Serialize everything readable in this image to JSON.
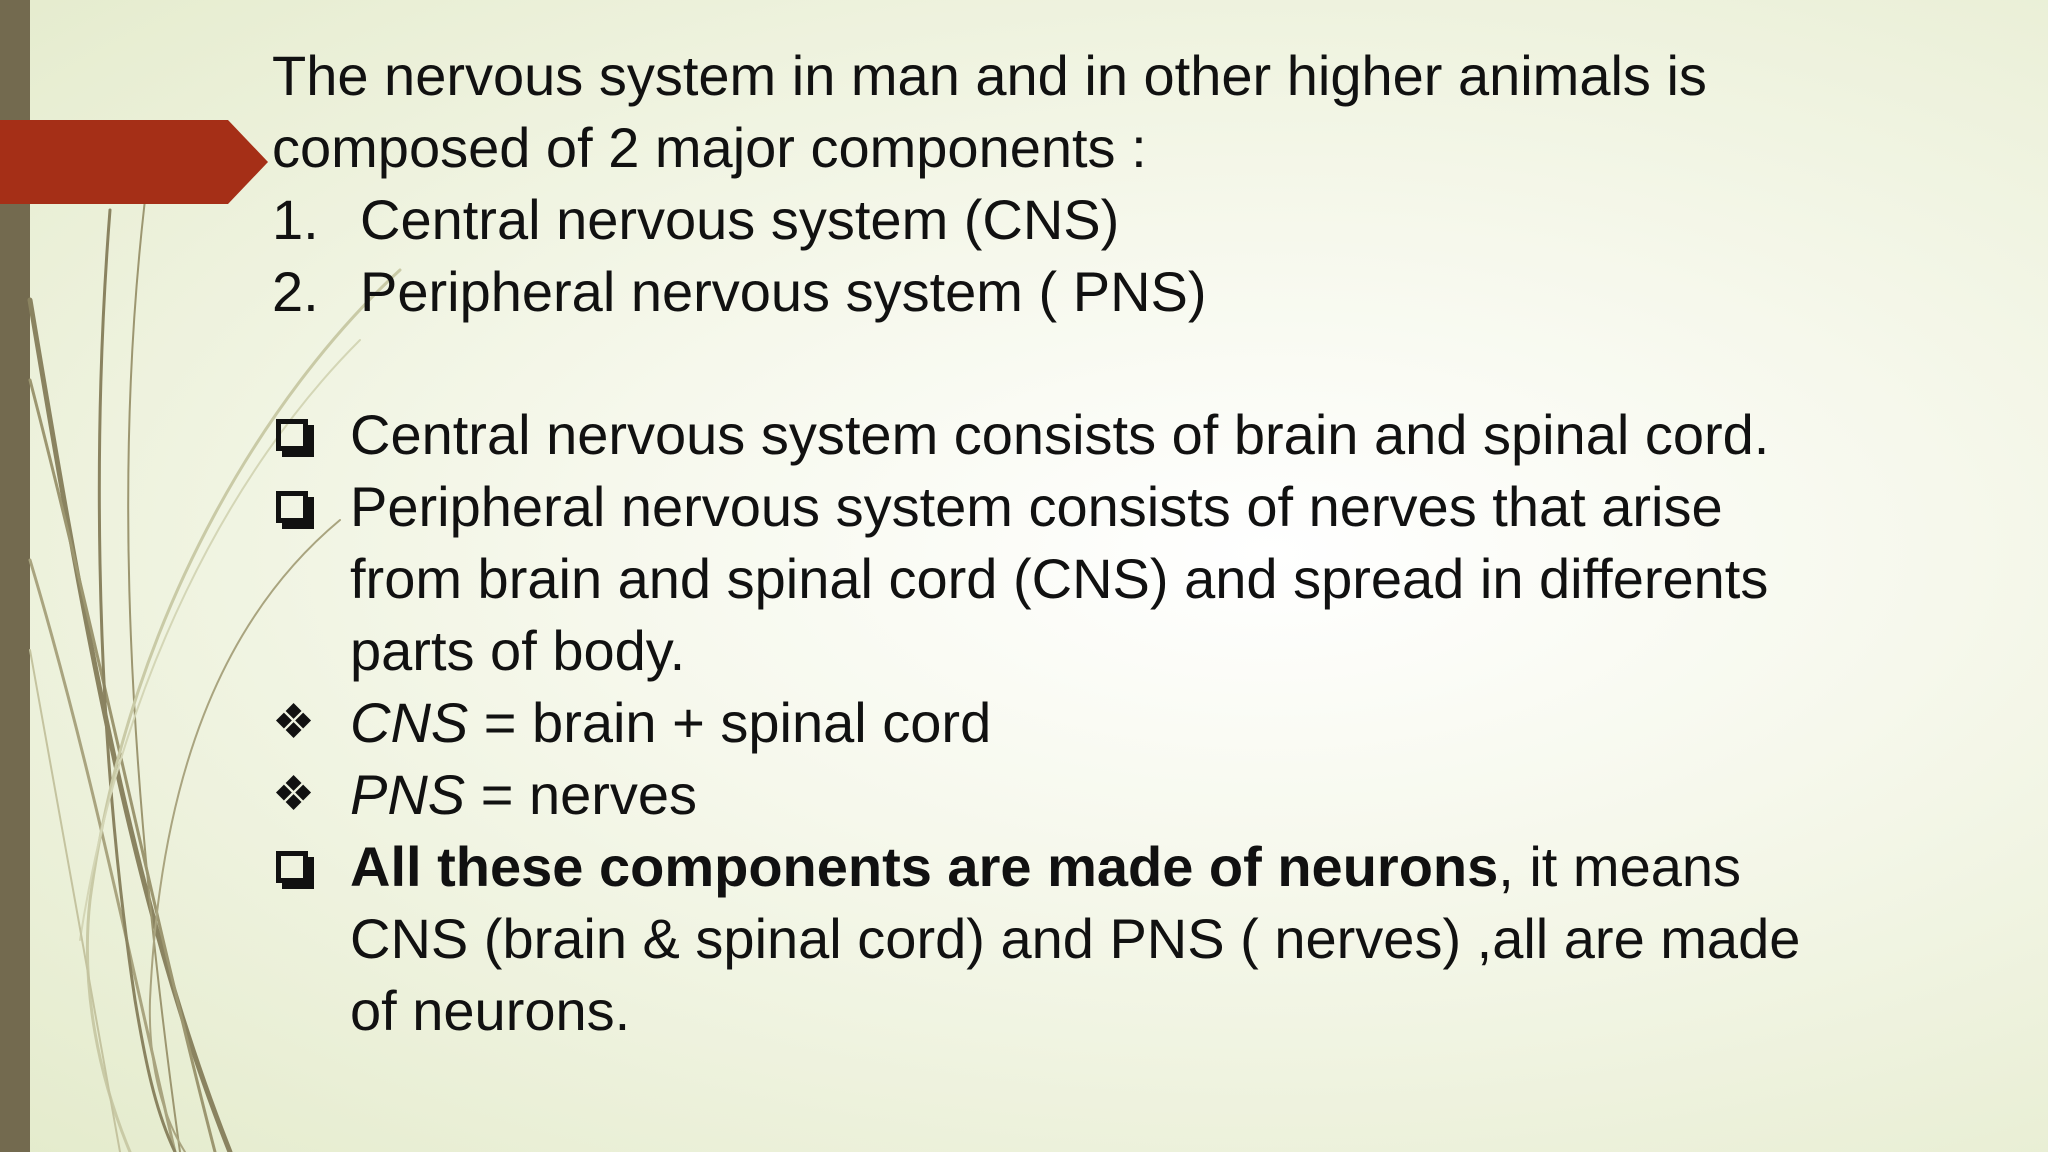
{
  "colors": {
    "left_bar": "#736a4f",
    "accent_tab": "#a52f17",
    "stem_lines": "#8a8360"
  },
  "intro": {
    "line1": "The nervous system in man and in other higher animals is",
    "line2": "composed of 2 major components :"
  },
  "components": [
    {
      "num": "1.",
      "text": "Central nervous system (CNS)"
    },
    {
      "num": "2.",
      "text": "Peripheral nervous system ( PNS)"
    }
  ],
  "bullets": {
    "cns": "Central nervous system consists of brain and spinal cord.",
    "pns_line1": "Peripheral nervous system consists of nerves that arise",
    "pns_line2": "from brain and spinal cord (CNS) and spread in differents",
    "pns_line3": "parts of body.",
    "cns_eq_term": "CNS",
    "cns_eq_rest": " = brain + spinal cord",
    "pns_eq_term": "PNS",
    "pns_eq_rest": " = nerves",
    "neurons_bold": "All these components are made of neurons",
    "neurons_rest": ", it means",
    "neurons_line2": "CNS (brain & spinal cord) and PNS ( nerves) ,all are made",
    "neurons_line3": "of neurons."
  },
  "icons": {
    "square_bullet": "hollow-square-shadow",
    "diamond_bullet": "four-diamond-ornament"
  }
}
